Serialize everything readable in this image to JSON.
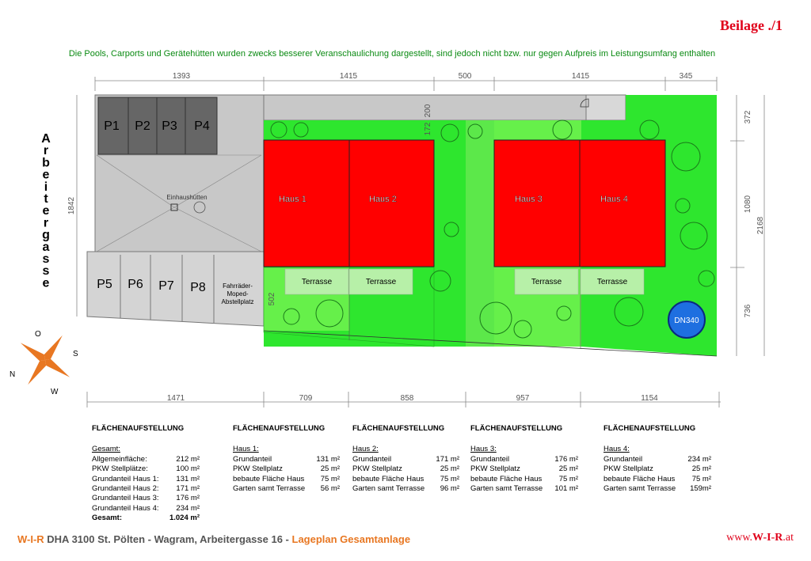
{
  "beilage": "Beilage ./1",
  "note": "Die Pools, Carports und Gerätehütten wurden zwecks besserer Veranschaulichung dargestellt,  sind jedoch nicht bzw. nur gegen Aufpreis im Leistungsumfang enthalten",
  "street": "Arbeitergasse",
  "top_dims": [
    "1393",
    "1415",
    "500",
    "1415",
    "345"
  ],
  "bottom_dims": [
    "1471",
    "709",
    "858",
    "957",
    "1154"
  ],
  "left_dim": "1842",
  "right_dims": [
    "372",
    "1080",
    "2168",
    "736"
  ],
  "inner_dims": [
    "200",
    "172",
    "502"
  ],
  "parking_top": [
    "P1",
    "P2",
    "P3",
    "P4"
  ],
  "parking_bottom": [
    "P5",
    "P6",
    "P7",
    "P8"
  ],
  "bike_storage": "Fahrräder-\nMoped-\nAbstellplatz",
  "trash": "Einhaushütten",
  "houses": [
    "Haus 1",
    "Haus 2",
    "Haus 3",
    "Haus 4"
  ],
  "terrace": "Terrasse",
  "pool": "DN340",
  "compass": {
    "s": "S",
    "n": "N",
    "o": "O",
    "w": "W"
  },
  "colors": {
    "house": "#ff0000",
    "garden": "#2ee62e",
    "garden_light": "#66f04a",
    "parking": "#666666",
    "common": "#c8c8c8",
    "pool": "#1e6fe0",
    "accent": "#e87722"
  },
  "summaries": [
    {
      "title": "FLÄCHENAUFSTELLUNG",
      "subtitle": "Gesamt:",
      "rows": [
        [
          "Allgemeinfläche:",
          "212 m²"
        ],
        [
          "PKW Stellplätze:",
          "100 m²"
        ],
        [
          "Grundanteil Haus 1:",
          "131 m²"
        ],
        [
          "Grundanteil Haus 2:",
          "171 m²"
        ],
        [
          "Grundanteil Haus 3:",
          "176 m²"
        ],
        [
          "Grundanteil Haus  4:",
          "234 m²"
        ]
      ],
      "total": [
        "Gesamt:",
        "1.024 m²"
      ]
    },
    {
      "title": "FLÄCHENAUFSTELLUNG",
      "subtitle": "Haus 1:",
      "rows": [
        [
          "Grundanteil",
          "131 m²"
        ],
        [
          "PKW Stellplatz",
          "25 m²"
        ],
        [
          "bebaute Fläche Haus",
          "75 m²"
        ],
        [
          "Garten samt Terrasse",
          "56 m²"
        ]
      ]
    },
    {
      "title": "FLÄCHENAUFSTELLUNG",
      "subtitle": "Haus 2:",
      "rows": [
        [
          "Grundanteil",
          "171 m²"
        ],
        [
          "PKW Stellplatz",
          "25 m²"
        ],
        [
          "bebaute Fläche Haus",
          "75 m²"
        ],
        [
          "Garten samt Terrasse",
          "96 m²"
        ]
      ]
    },
    {
      "title": "FLÄCHENAUFSTELLUNG",
      "subtitle": "Haus 3:",
      "rows": [
        [
          "Grundanteil",
          "176 m²"
        ],
        [
          "PKW Stellplatz",
          "25 m²"
        ],
        [
          "bebaute Fläche Haus",
          "75 m²"
        ],
        [
          "Garten samt Terrasse",
          "101 m²"
        ]
      ]
    },
    {
      "title": "FLÄCHENAUFSTELLUNG",
      "subtitle": "Haus 4:",
      "rows": [
        [
          "Grundanteil",
          "234 m²"
        ],
        [
          "PKW Stellplatz",
          "25 m²"
        ],
        [
          "bebaute Fläche Haus",
          "75 m²"
        ],
        [
          "Garten samt Terrasse",
          "159m²"
        ]
      ]
    }
  ],
  "footer": {
    "brand": "W-I-R",
    "text": " DHA 3100 St. Pölten - Wagram, Arbeitergasse 16 - ",
    "title": "Lageplan Gesamtanlage",
    "url_pre": "www.",
    "url_brand": "W-I-R",
    "url_post": ".at"
  }
}
